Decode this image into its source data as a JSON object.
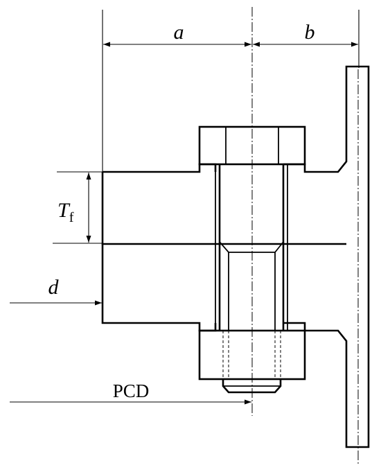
{
  "labels": {
    "a": "a",
    "b": "b",
    "tf_main": "T",
    "tf_sub": "f",
    "d": "d",
    "pcd": "PCD"
  }
}
